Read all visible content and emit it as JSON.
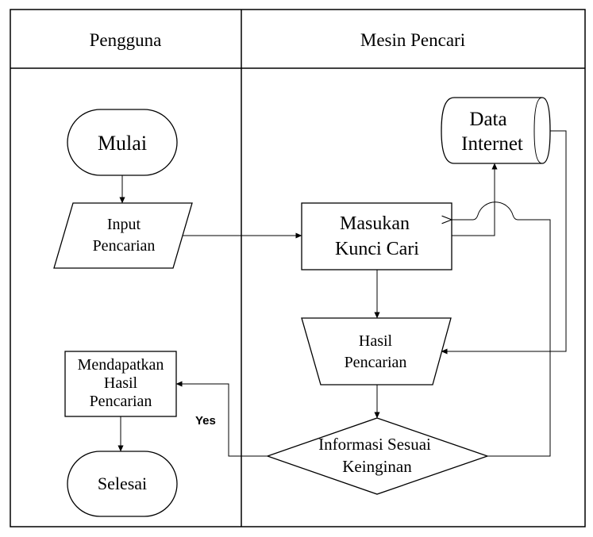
{
  "swimlanes": {
    "left_header": "Pengguna",
    "right_header": "Mesin Pencari"
  },
  "nodes": {
    "mulai": "Mulai",
    "input_line1": "Input",
    "input_line2": "Pencarian",
    "masukan_line1": "Masukan",
    "masukan_line2": "Kunci Cari",
    "data_line1": "Data",
    "data_line2": "Internet",
    "hasil_line1": "Hasil",
    "hasil_line2": "Pencarian",
    "decision_line1": "Informasi Sesuai",
    "decision_line2": "Keinginan",
    "mendapatkan_line1": "Mendapatkan",
    "mendapatkan_line2": "Hasil",
    "mendapatkan_line3": "Pencarian",
    "selesai": "Selesai"
  },
  "labels": {
    "yes": "Yes"
  }
}
